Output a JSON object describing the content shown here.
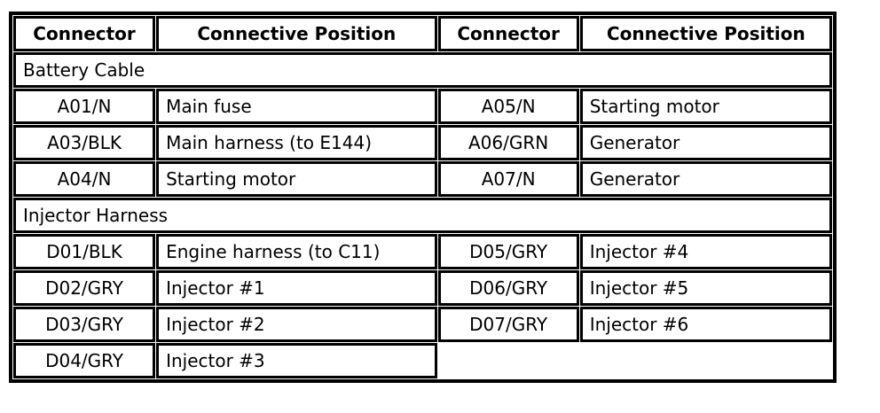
{
  "table": {
    "name": "Connector position table",
    "colors": {
      "border": "#000000",
      "background": "#ffffff",
      "text": "#000000"
    },
    "headers": [
      "Connector",
      "Connective Position",
      "Connector",
      "Connective Position"
    ],
    "sections": [
      {
        "title": "Battery Cable",
        "rows": [
          [
            "A01/N",
            "Main fuse",
            "A05/N",
            "Starting motor"
          ],
          [
            "A03/BLK",
            "Main harness (to E144)",
            "A06/GRN",
            "Generator"
          ],
          [
            "A04/N",
            "Starting motor",
            "A07/N",
            "Generator"
          ]
        ]
      },
      {
        "title": "Injector Harness",
        "rows": [
          [
            "D01/BLK",
            "Engine harness (to C11)",
            "D05/GRY",
            "Injector #4"
          ],
          [
            "D02/GRY",
            "Injector #1",
            "D06/GRY",
            "Injector #5"
          ],
          [
            "D03/GRY",
            "Injector #2",
            "D07/GRY",
            "Injector #6"
          ],
          [
            "D04/GRY",
            "Injector #3",
            "",
            ""
          ]
        ]
      }
    ]
  }
}
